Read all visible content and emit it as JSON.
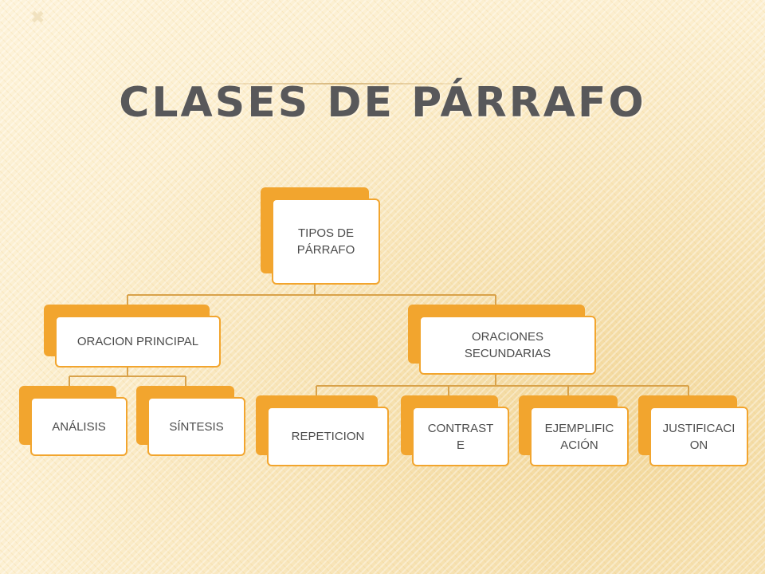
{
  "slide": {
    "mark": "✖",
    "title": "CLASES  DE  PÁRRAFO"
  },
  "diagram": {
    "root": {
      "label": "TIPOS DE PÁRRAFO"
    },
    "main_sentence": {
      "label": "ORACION PRINCIPAL"
    },
    "secondary_sentences": {
      "label": "ORACIONES SECUNDARIAS"
    },
    "main_children": [
      {
        "label": "ANÁLISIS"
      },
      {
        "label": "SÍNTESIS"
      }
    ],
    "secondary_children": [
      {
        "label": "REPETICION"
      },
      {
        "label": "CONTRASTE"
      },
      {
        "label": "EJEMPLIFICACIÓN"
      },
      {
        "label": "JUSTIFICACION"
      }
    ]
  },
  "colors": {
    "accent": "#f2a52e",
    "connector": "#d9a24a",
    "title": "#58585a",
    "node_text": "#4b4b4b",
    "background": "#fbecc6"
  }
}
